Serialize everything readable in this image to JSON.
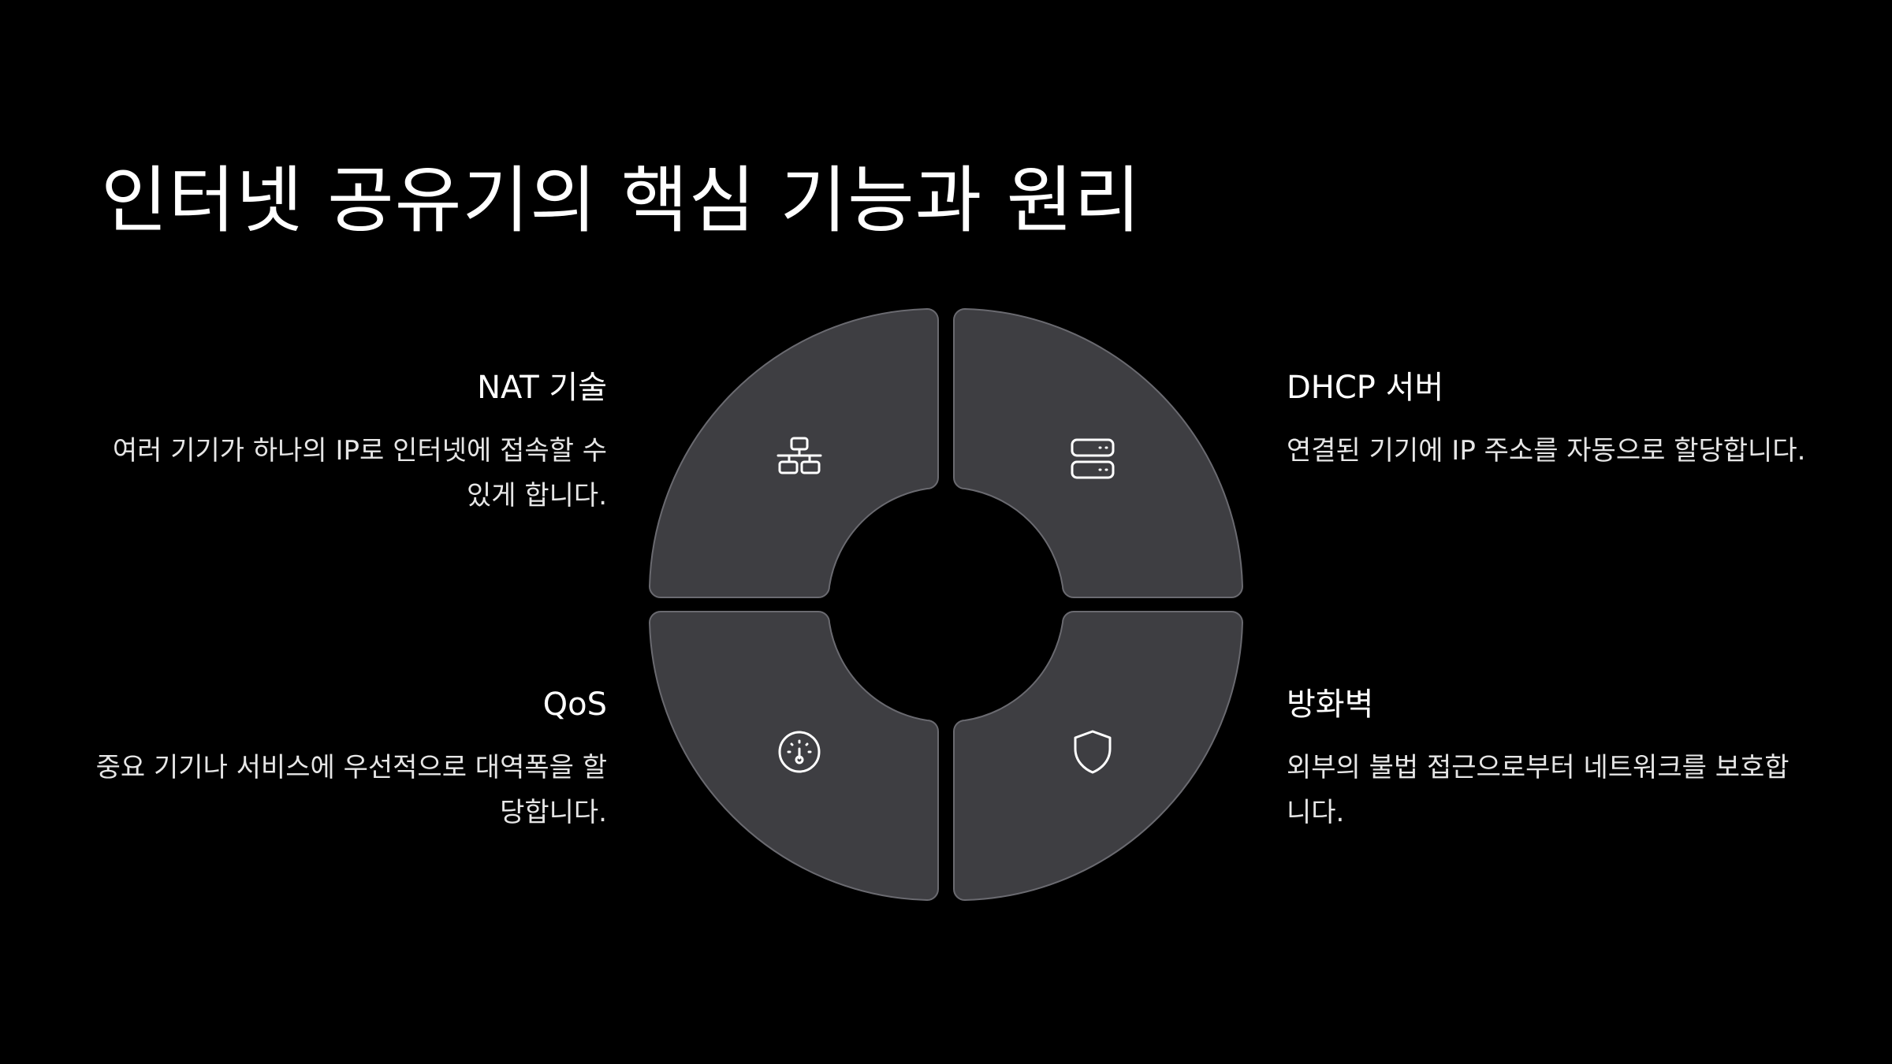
{
  "title": "인터넷 공유기의 핵심 기능과 원리",
  "colors": {
    "background": "#000000",
    "segment_fill": "#3e3e42",
    "segment_stroke": "#6a6a70",
    "text": "#ffffff"
  },
  "items": [
    {
      "heading": "NAT 기술",
      "description": "여러 기기가 하나의 IP로 인터넷에 접속할 수 있게 합니다.",
      "icon": "network-icon"
    },
    {
      "heading": "DHCP 서버",
      "description": "연결된 기기에 IP 주소를 자동으로 할당합니다.",
      "icon": "server-icon"
    },
    {
      "heading": "QoS",
      "description": "중요 기기나 서비스에 우선적으로 대역폭을 할당합니다.",
      "icon": "gauge-icon"
    },
    {
      "heading": "방화벽",
      "description": "외부의 불법 접근으로부터 네트워크를 보호합니다.",
      "icon": "shield-icon"
    }
  ]
}
